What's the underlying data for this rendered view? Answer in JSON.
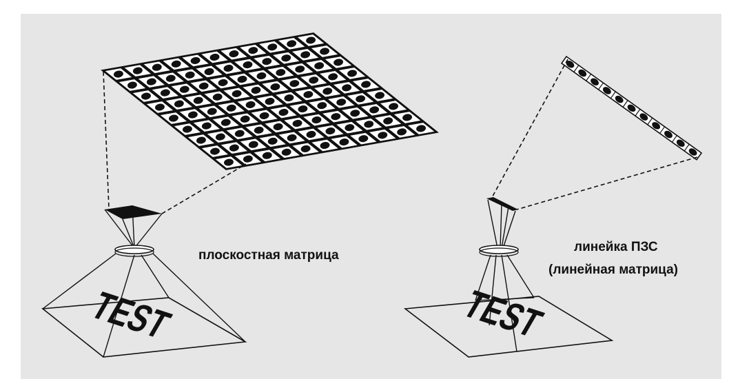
{
  "colors": {
    "background": "#e6e6e6",
    "outer": "#ffffff",
    "line": "#111111",
    "cell_fill": "#ffffff",
    "element_fill": "#111111"
  },
  "left_diagram": {
    "label": "плоскостная матрица",
    "paper_text": "TEST",
    "matrix_rows": 9,
    "matrix_cols": 11
  },
  "right_diagram": {
    "label_line1": "линейка ПЗС",
    "label_line2": "(линейная матрица)",
    "paper_text": "TEST",
    "line_cells": 11
  }
}
